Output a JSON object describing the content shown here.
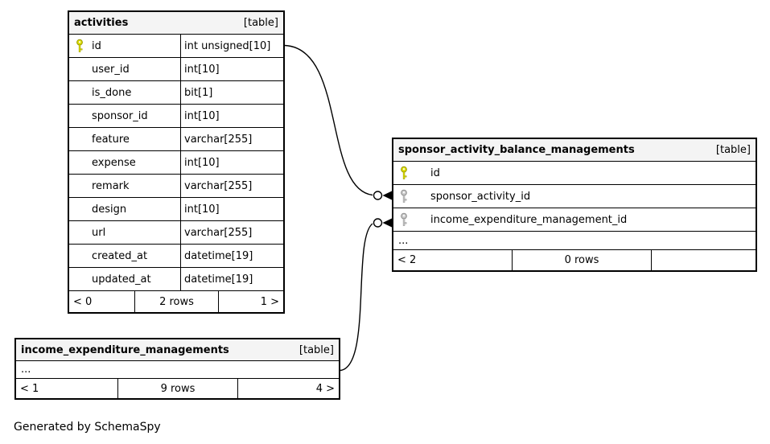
{
  "app": {
    "caption": "Generated by SchemaSpy"
  },
  "colors": {
    "primary_key": "#dede00",
    "primary_key_outline": "#9a9a00",
    "foreign_key": "#c8c8c8",
    "foreign_key_outline": "#8f8f8f",
    "header_bg": "#f4f4f4",
    "border": "#000000"
  },
  "tables": {
    "activities": {
      "title": "activities",
      "badge": "[table]",
      "columns": [
        {
          "name": "id",
          "type": "int unsigned[10]",
          "key": "primary"
        },
        {
          "name": "user_id",
          "type": "int[10]",
          "key": ""
        },
        {
          "name": "is_done",
          "type": "bit[1]",
          "key": ""
        },
        {
          "name": "sponsor_id",
          "type": "int[10]",
          "key": ""
        },
        {
          "name": "feature",
          "type": "varchar[255]",
          "key": ""
        },
        {
          "name": "expense",
          "type": "int[10]",
          "key": ""
        },
        {
          "name": "remark",
          "type": "varchar[255]",
          "key": ""
        },
        {
          "name": "design",
          "type": "int[10]",
          "key": ""
        },
        {
          "name": "url",
          "type": "varchar[255]",
          "key": ""
        },
        {
          "name": "created_at",
          "type": "datetime[19]",
          "key": ""
        },
        {
          "name": "updated_at",
          "type": "datetime[19]",
          "key": ""
        }
      ],
      "footer": {
        "prev": "< 0",
        "rows": "2 rows",
        "next": "1 >"
      }
    },
    "sponsor_activity_balance_managements": {
      "title": "sponsor_activity_balance_managements",
      "badge": "[table]",
      "columns": [
        {
          "name": "id",
          "key": "primary"
        },
        {
          "name": "sponsor_activity_id",
          "key": "foreign"
        },
        {
          "name": "income_expenditure_management_id",
          "key": "foreign"
        }
      ],
      "ellipsis": "...",
      "footer": {
        "prev": "< 2",
        "rows": "0 rows",
        "next": ""
      }
    },
    "income_expenditure_managements": {
      "title": "income_expenditure_managements",
      "badge": "[table]",
      "ellipsis": "...",
      "footer": {
        "prev": "< 1",
        "rows": "9 rows",
        "next": "4 >"
      }
    }
  }
}
